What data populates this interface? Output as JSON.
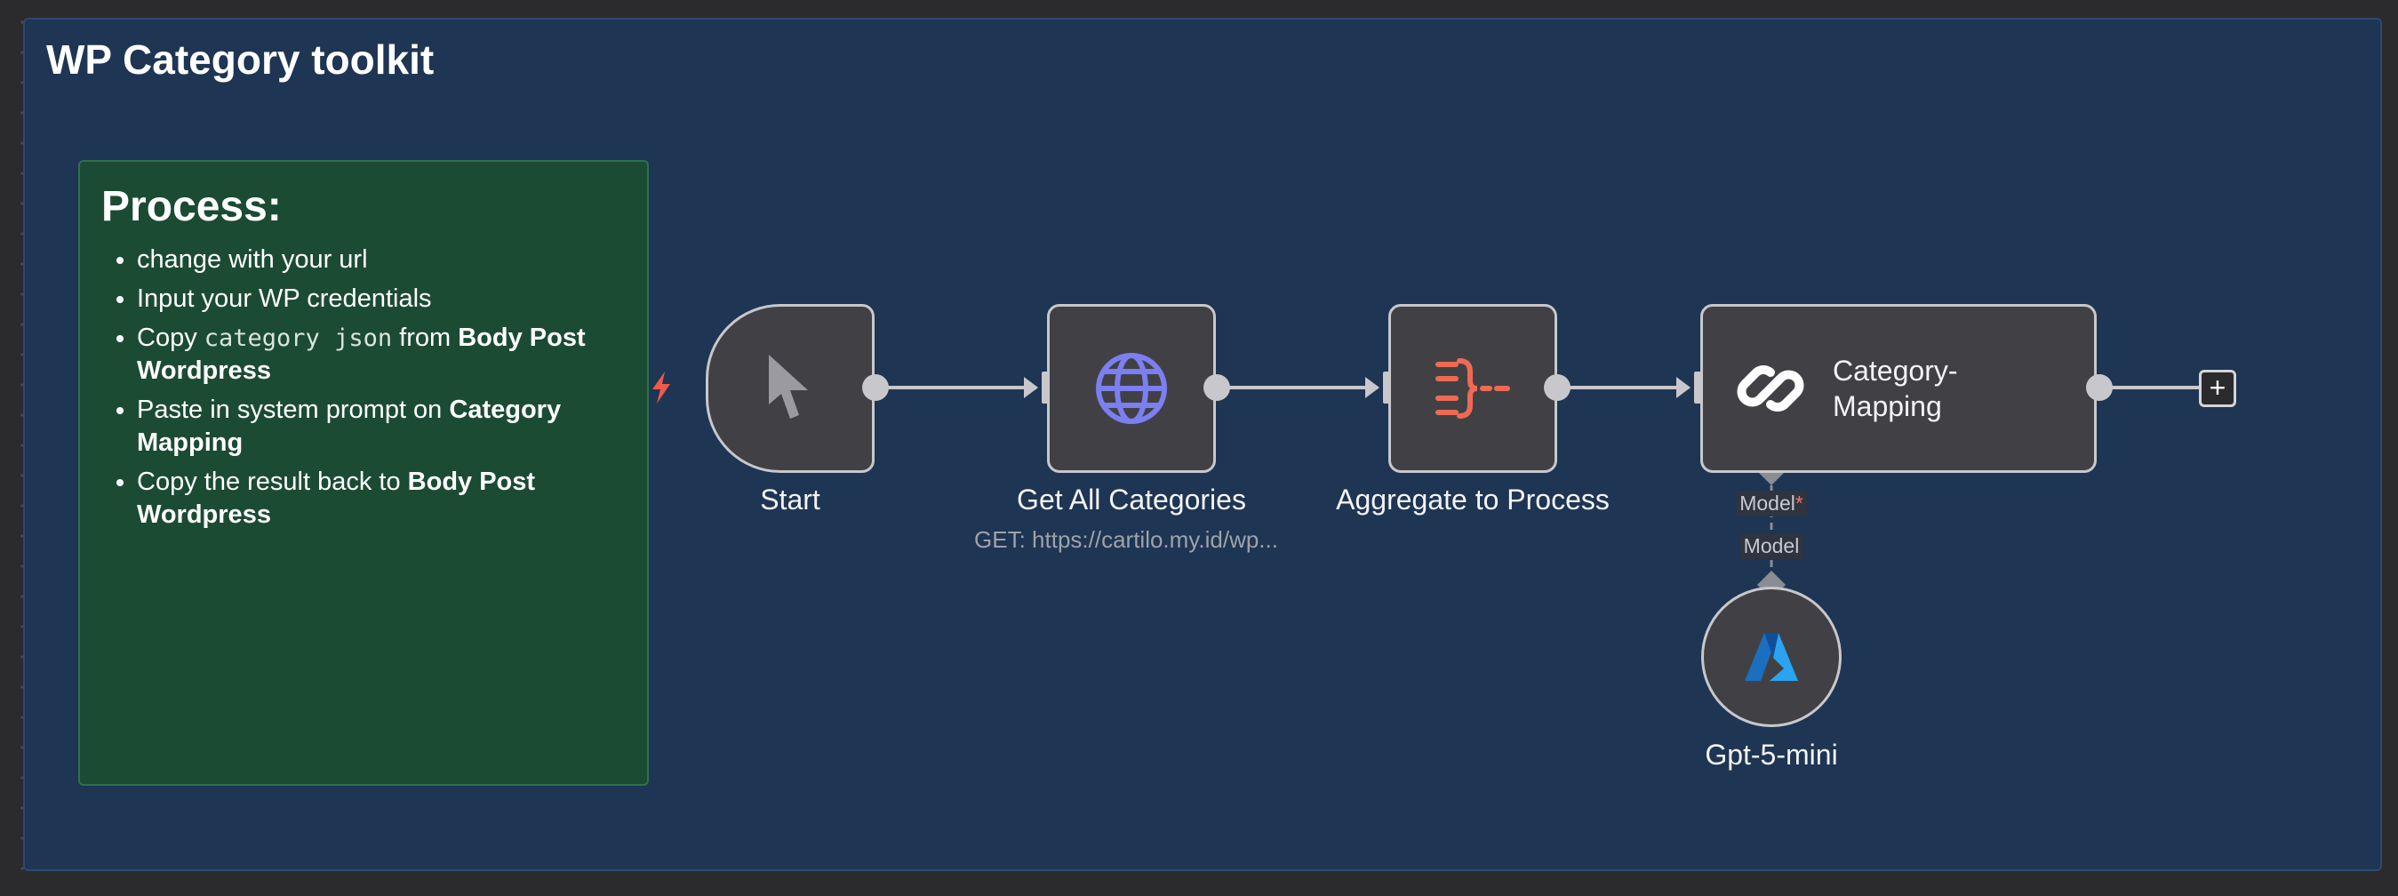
{
  "canvas": {
    "frame_title": "WP Category toolkit"
  },
  "note": {
    "title": "Process:",
    "items": [
      {
        "prefix": "change with your url",
        "code": "",
        "middle": "",
        "bold": "",
        "suffix": ""
      },
      {
        "prefix": "Input your WP credentials",
        "code": "",
        "middle": "",
        "bold": "",
        "suffix": ""
      },
      {
        "prefix": "Copy ",
        "code": "category json",
        "middle": " from ",
        "bold": "Body Post Wordpress",
        "suffix": ""
      },
      {
        "prefix": "Paste in system prompt on ",
        "code": "",
        "middle": "",
        "bold": "Category Mapping",
        "suffix": ""
      },
      {
        "prefix": "Copy the result back to ",
        "code": "",
        "middle": "",
        "bold": "Body Post Wordpress",
        "suffix": ""
      }
    ]
  },
  "nodes": {
    "start": {
      "label": "Start",
      "icon": "cursor-icon"
    },
    "get_categories": {
      "label": "Get All Categories",
      "subtitle": "GET: https://cartilo.my.id/wp...",
      "icon": "globe-icon"
    },
    "aggregate": {
      "label": "Aggregate to Process",
      "icon": "aggregate-icon"
    },
    "category_mapping": {
      "label": "Category-Mapping",
      "icon": "link-icon"
    },
    "model": {
      "label": "Gpt-5-mini",
      "icon": "azure-icon"
    }
  },
  "ports": {
    "model_required_label": "Model",
    "model_required_marker": "*",
    "model_connector_label": "Model"
  },
  "add_node": {
    "label": "+"
  },
  "colors": {
    "canvas_background": "#2b2b2e",
    "frame_background": "#1e3553",
    "note_background": "#1c4b33",
    "node_background": "#414145",
    "node_border": "#c8c8cc",
    "globe_icon": "#7b7ff0",
    "aggregate_icon": "#ef6a55",
    "trigger_bolt": "#ef5a4a",
    "azure_blue": "#1a8fe0"
  }
}
